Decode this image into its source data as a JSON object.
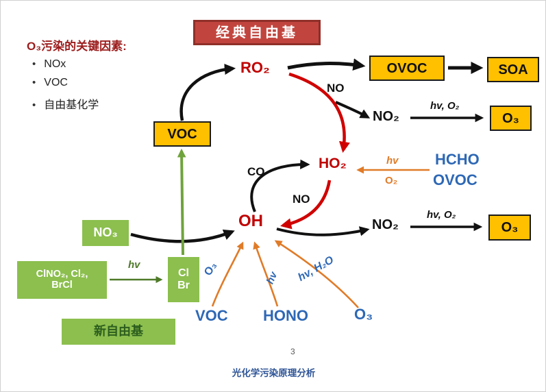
{
  "header": {
    "badge": "经典自由基",
    "key_factors_title": "O₃污染的关键因素:",
    "bullets": [
      "NOx",
      "VOC",
      "自由基化学"
    ]
  },
  "boxes": {
    "voc": "VOC",
    "ovoc": "OVOC",
    "soa": "SOA",
    "o3_top": "O₃",
    "o3_bottom": "O₃",
    "no3": "NO₃",
    "halogen_line1": "ClNO₂, Cl₂,",
    "halogen_line2": "BrCl",
    "cl": "Cl",
    "br": "Br",
    "new_radicals": "新自由基"
  },
  "species": {
    "ro2": "RO₂",
    "ho2": "HO₂",
    "oh": "OH",
    "no2_top": "NO₂",
    "no2_bottom": "NO₂",
    "no_top": "NO",
    "no_mid": "NO",
    "co": "CO"
  },
  "blue": {
    "hcho": "HCHO",
    "ovoc": "OVOC",
    "voc": "VOC",
    "hono": "HONO",
    "o3": "O₃"
  },
  "labels": {
    "hv_o2_top": "hv, O₂",
    "hv_o2_bottom": "hv, O₂",
    "hv_orange": "hv",
    "o2_orange": "O₂",
    "hv_green": "hv",
    "o3_rotated": "O₃",
    "hv_rotated": "hv",
    "hv_h2o_rotated": "hv, H₂O"
  },
  "footer": {
    "page_number": "3",
    "caption": "光化学污染原理分析"
  },
  "colors": {
    "yellow_box": "#FFC000",
    "red_box": "#C1453E",
    "green_box": "#8CBF4E",
    "red_text": "#C00000",
    "blue_text": "#2E68B5",
    "orange": "#E07B28",
    "dark_green": "#4E7A28"
  }
}
